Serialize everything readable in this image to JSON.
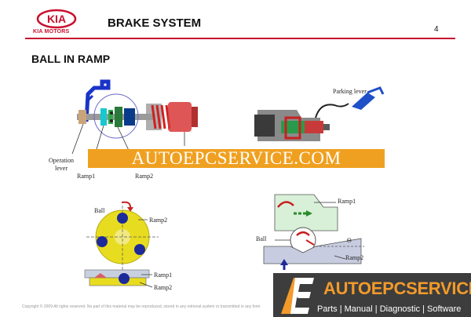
{
  "header": {
    "brand_text": "KIA",
    "brand_sub": "KIA MOTORS",
    "title": "BRAKE SYSTEM",
    "page_number": "4"
  },
  "section_title": "BALL IN RAMP",
  "labels": {
    "parking_lever": "Parking lever",
    "operation": "Operation",
    "lever": "lever",
    "ramp1_top": "Ramp1",
    "ramp2_top": "Ramp2",
    "ball_left": "Ball",
    "ramp2_left": "Ramp2",
    "ramp1_left": "Ramp1",
    "ramp2_left_bottom": "Ramp2",
    "ramp1_right": "Ramp1",
    "ball_right": "Ball",
    "ramp2_right": "Ramp2",
    "theta": "Θ"
  },
  "watermark": "AUTOEPCSERVICE.COM",
  "copyright": "Copyright © 2009 All rights reserved. No part of this material may be reproduced, stored in any retrieval system or transmitted in any form",
  "ad": {
    "logo_letters": "AE",
    "name": "AUTOEPCSERVICE",
    "tagline": "Parts | Manual | Diagnostic | Software"
  },
  "colors": {
    "kia_red": "#c8102e",
    "watermark_orange": "#f0a020",
    "ad_orange": "#f39a2b",
    "ad_background": "#3d3d3d"
  }
}
